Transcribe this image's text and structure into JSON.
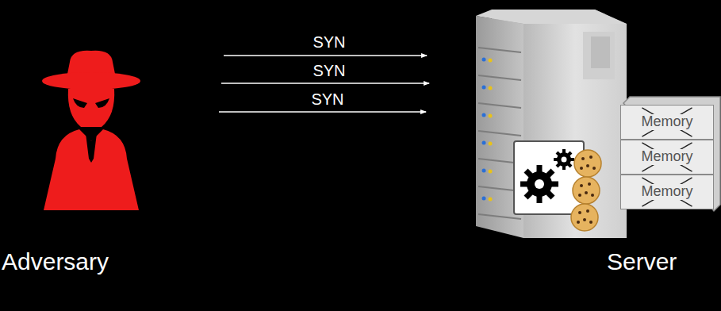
{
  "diagram": {
    "nodes": [
      {
        "text": [
          "Memory"
        ]
      },
      {
        "text": [
          "Memory"
        ]
      },
      {
        "text": [
          "Memory"
        ]
      }
    ],
    "labels": [
      "SYN",
      "SYN",
      "SYN",
      "Adversary",
      "Server"
    ]
  }
}
